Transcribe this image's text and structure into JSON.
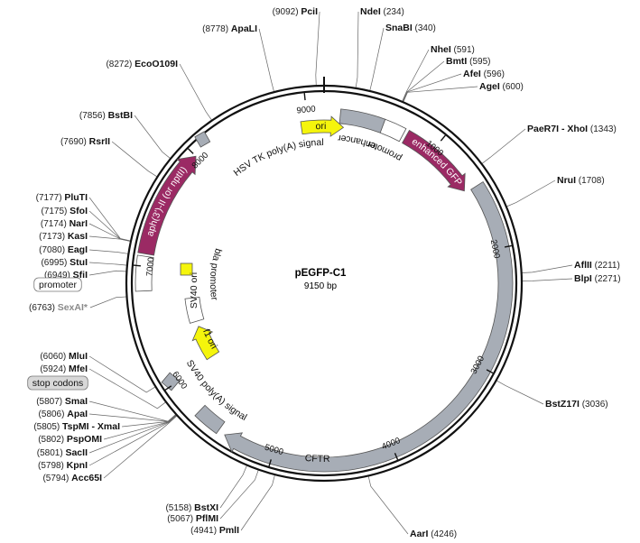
{
  "plasmid": {
    "name": "pEGFP-C1",
    "size": "9150 bp",
    "total_bp": 9150
  },
  "colors": {
    "grey": "#a7adb6",
    "purple": "#9b2a64",
    "yellow": "#f5f50c",
    "dark": "#111111",
    "annotation": "#d8d8d8"
  },
  "ticks": [
    {
      "bp": 1000,
      "label": "1000"
    },
    {
      "bp": 2000,
      "label": "2000"
    },
    {
      "bp": 3000,
      "label": "3000"
    },
    {
      "bp": 4000,
      "label": "4000"
    },
    {
      "bp": 5000,
      "label": "5000"
    },
    {
      "bp": 6000,
      "label": "6000"
    },
    {
      "bp": 7000,
      "label": "7000"
    },
    {
      "bp": 8000,
      "label": "8000"
    },
    {
      "bp": 9000,
      "label": "9000"
    }
  ],
  "features": [
    {
      "name": "enhancer",
      "color": "#a7adb6",
      "shape": "block",
      "label_style": "outside-below"
    },
    {
      "name": "promoter",
      "color": "#ffffff",
      "shape": "block",
      "label_style": "outside-below"
    },
    {
      "name": "enhanced GFP",
      "color": "#9b2a64",
      "shape": "arrow",
      "label_style": "inside-white"
    },
    {
      "name": "CFTR",
      "color": "#a7adb6",
      "shape": "arrow",
      "label_style": "inside"
    },
    {
      "name": "SV40 poly(A) signal",
      "color": "#a7adb6",
      "shape": "block",
      "label_style": "inside-below"
    },
    {
      "name": "f1 ori",
      "color": "#f5f50c",
      "shape": "arrow",
      "label_style": "inside"
    },
    {
      "name": "bla promoter",
      "color": "#ffffff",
      "shape": "block",
      "label_style": "beside"
    },
    {
      "name": "aph(3')-II (or nptII)",
      "color": "#9b2a64",
      "shape": "arrow",
      "label_style": "inside-white-text"
    },
    {
      "name": "promoter",
      "color": "#ffffff",
      "shape": "block",
      "label_style": "box"
    },
    {
      "name": "SV40 ori",
      "color": "#f5f50c",
      "shape": "block",
      "label_style": "beside"
    },
    {
      "name": "HSV TK poly(A) signal",
      "color": "#a7adb6",
      "shape": "block",
      "label_style": "beside"
    },
    {
      "name": "ori",
      "color": "#f5f50c",
      "shape": "arrow",
      "label_style": "inside"
    },
    {
      "name": "stop codons",
      "color": "#d8d8d8",
      "shape": "block",
      "label_style": "box"
    }
  ],
  "sites": [
    {
      "id": "PciI",
      "name": "PciI",
      "pos": "(9092)",
      "bp": 9092,
      "side": "left"
    },
    {
      "id": "NdeI",
      "name": "NdeI",
      "pos": "(234)",
      "bp": 234,
      "side": "right"
    },
    {
      "id": "SnaBI",
      "name": "SnaBI",
      "pos": "(340)",
      "bp": 340,
      "side": "right"
    },
    {
      "id": "NheI",
      "name": "NheI",
      "pos": "(591)",
      "bp": 591,
      "side": "right"
    },
    {
      "id": "BmtI",
      "name": "BmtI",
      "pos": "(595)",
      "bp": 595,
      "side": "right"
    },
    {
      "id": "AfeI",
      "name": "AfeI",
      "pos": "(596)",
      "bp": 596,
      "side": "right"
    },
    {
      "id": "AgeI",
      "name": "AgeI",
      "pos": "(600)",
      "bp": 600,
      "side": "right"
    },
    {
      "id": "PaeR7I-XhoI",
      "name": "PaeR7I - XhoI",
      "pos": "(1343)",
      "bp": 1343,
      "side": "right"
    },
    {
      "id": "NruI",
      "name": "NruI",
      "pos": "(1708)",
      "bp": 1708,
      "side": "right"
    },
    {
      "id": "AflII",
      "name": "AflII",
      "pos": "(2211)",
      "bp": 2211,
      "side": "right"
    },
    {
      "id": "BlpI",
      "name": "BlpI",
      "pos": "(2271)",
      "bp": 2271,
      "side": "right"
    },
    {
      "id": "BstZ17I",
      "name": "BstZ17I",
      "pos": "(3036)",
      "bp": 3036,
      "side": "right"
    },
    {
      "id": "AarI",
      "name": "AarI",
      "pos": "(4246)",
      "bp": 4246,
      "side": "right"
    },
    {
      "id": "PmlI",
      "name": "PmlI",
      "pos": "(4941)",
      "bp": 4941,
      "side": "left"
    },
    {
      "id": "PflMI",
      "name": "PflMI",
      "pos": "(5067)",
      "bp": 5067,
      "side": "left"
    },
    {
      "id": "BstXI",
      "name": "BstXI",
      "pos": "(5158)",
      "bp": 5158,
      "side": "left"
    },
    {
      "id": "Acc65I",
      "name": "Acc65I",
      "pos": "(5794)",
      "bp": 5794,
      "side": "left"
    },
    {
      "id": "KpnI",
      "name": "KpnI",
      "pos": "(5798)",
      "bp": 5798,
      "side": "left"
    },
    {
      "id": "SacII",
      "name": "SacII",
      "pos": "(5801)",
      "bp": 5801,
      "side": "left"
    },
    {
      "id": "PspOMI",
      "name": "PspOMI",
      "pos": "(5802)",
      "bp": 5802,
      "side": "left"
    },
    {
      "id": "TspMI-XmaI",
      "name": "TspMI - XmaI",
      "pos": "(5805)",
      "bp": 5805,
      "side": "left"
    },
    {
      "id": "ApaI",
      "name": "ApaI",
      "pos": "(5806)",
      "bp": 5806,
      "side": "left"
    },
    {
      "id": "SmaI",
      "name": "SmaI",
      "pos": "(5807)",
      "bp": 5807,
      "side": "left"
    },
    {
      "id": "MfeI",
      "name": "MfeI",
      "pos": "(5924)",
      "bp": 5924,
      "side": "left"
    },
    {
      "id": "MluI",
      "name": "MluI",
      "pos": "(6060)",
      "bp": 6060,
      "side": "left"
    },
    {
      "id": "SexAI",
      "name": "SexAI*",
      "pos": "(6763)",
      "bp": 6763,
      "side": "left",
      "grey": true
    },
    {
      "id": "SfiI",
      "name": "SfiI",
      "pos": "(6949)",
      "bp": 6949,
      "side": "left"
    },
    {
      "id": "StuI",
      "name": "StuI",
      "pos": "(6995)",
      "bp": 6995,
      "side": "left"
    },
    {
      "id": "EagI",
      "name": "EagI",
      "pos": "(7080)",
      "bp": 7080,
      "side": "left"
    },
    {
      "id": "KasI",
      "name": "KasI",
      "pos": "(7173)",
      "bp": 7173,
      "side": "left"
    },
    {
      "id": "NarI",
      "name": "NarI",
      "pos": "(7174)",
      "bp": 7174,
      "side": "left"
    },
    {
      "id": "SfoI",
      "name": "SfoI",
      "pos": "(7175)",
      "bp": 7175,
      "side": "left"
    },
    {
      "id": "PluTI",
      "name": "PluTI",
      "pos": "(7177)",
      "bp": 7177,
      "side": "left"
    },
    {
      "id": "RsrII",
      "name": "RsrII",
      "pos": "(7690)",
      "bp": 7690,
      "side": "left"
    },
    {
      "id": "BstBI",
      "name": "BstBI",
      "pos": "(7856)",
      "bp": 7856,
      "side": "left"
    },
    {
      "id": "EcoO109I",
      "name": "EcoO109I",
      "pos": "(8272)",
      "bp": 8272,
      "side": "left"
    },
    {
      "id": "ApaLI",
      "name": "ApaLI",
      "pos": "(8778)",
      "bp": 8778,
      "side": "left"
    }
  ]
}
